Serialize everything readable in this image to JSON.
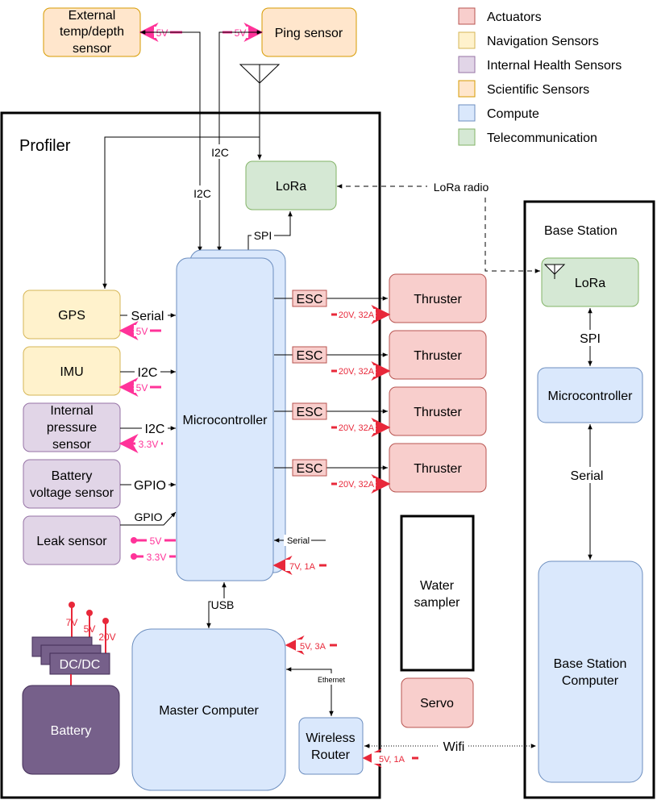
{
  "legend": [
    {
      "label": "Actuators",
      "color": "#f8cecc",
      "stroke": "#b85450"
    },
    {
      "label": "Navigation Sensors",
      "color": "#fff2cc",
      "stroke": "#d6b656"
    },
    {
      "label": "Internal Health Sensors",
      "color": "#e1d5e7",
      "stroke": "#9673a6"
    },
    {
      "label": "Scientific Sensors",
      "color": "#ffe6cc",
      "stroke": "#d79b00"
    },
    {
      "label": "Compute",
      "color": "#dae8fc",
      "stroke": "#6c8ebf"
    },
    {
      "label": "Telecommunication",
      "color": "#d5e8d4",
      "stroke": "#82b366"
    }
  ],
  "containers": {
    "profiler": "Profiler",
    "base_station": "Base Station"
  },
  "blocks": {
    "ext_temp": [
      "External",
      "temp/depth",
      "sensor"
    ],
    "ping": "Ping sensor",
    "lora_profiler": "LoRa",
    "gps": "GPS",
    "imu": "IMU",
    "internal_pressure": [
      "Internal",
      "pressure",
      "sensor"
    ],
    "battery_voltage": [
      "Battery",
      "voltage sensor"
    ],
    "leak": "Leak sensor",
    "microcontroller": "Microcontroller",
    "esc": "ESC",
    "thruster": "Thruster",
    "water_sampler": [
      "Water",
      "sampler"
    ],
    "servo": "Servo",
    "master_computer": "Master Computer",
    "wireless_router": [
      "Wireless",
      "Router"
    ],
    "battery": "Battery",
    "dcdc": "DC/DC",
    "lora_base": "LoRa",
    "microcontroller_base": "Microcontroller",
    "base_computer": [
      "Base Station",
      "Computer"
    ]
  },
  "connections": {
    "i2c_ext": "I2C",
    "i2c_ping": "I2C",
    "spi_profiler": "SPI",
    "lora_radio": "LoRa radio",
    "gps": "Serial",
    "imu": "I2C",
    "pressure": "I2C",
    "battery_voltage": "GPIO",
    "leak": "GPIO",
    "serial_master": "Serial",
    "usb": "USB",
    "ethernet": "Ethernet",
    "wifi": "Wifi",
    "spi_base": "SPI",
    "serial_base": "Serial"
  },
  "power": {
    "ext_temp": "5V",
    "ping": "5V",
    "gps": "5V",
    "imu": "5V",
    "pressure": "3.3V",
    "leak_5v": "5V",
    "leak_3v3": "3.3V",
    "thruster": "20V, 32A",
    "microcontroller": "7V, 1A",
    "master": "5V, 3A",
    "router": "5V, 1A",
    "battery_outputs": [
      "7V",
      "5V",
      "20V"
    ]
  }
}
